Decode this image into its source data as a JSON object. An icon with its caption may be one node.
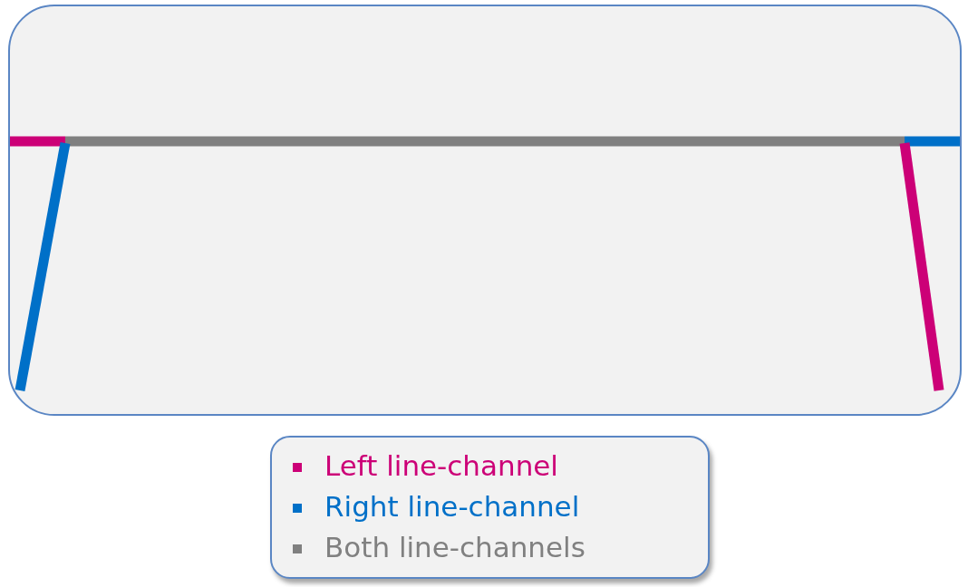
{
  "diagram": {
    "legend": [
      {
        "text": "Left line-channel",
        "color": "#cc0077"
      },
      {
        "text": "Right line-channel",
        "color": "#0070c8"
      },
      {
        "text": "Both line-channels",
        "color": "#808080"
      }
    ]
  }
}
